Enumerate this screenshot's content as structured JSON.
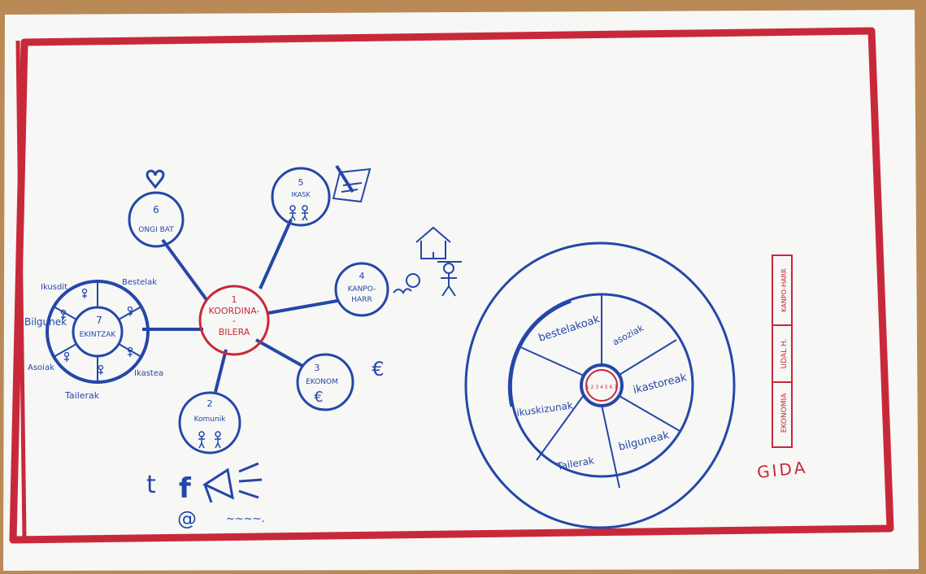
{
  "colors": {
    "table": "#b98a56",
    "paper": "#f7f7f5",
    "border": "#c8293a",
    "ink_blue": "#2447a8",
    "ink_red": "#c8293a"
  },
  "mindmap": {
    "center": {
      "number": "1",
      "line1": "KOORDINA-",
      "line2": "-",
      "line3": "BILERA"
    },
    "nodes": {
      "n2": {
        "number": "2",
        "label": "Komunik"
      },
      "n3": {
        "number": "3",
        "label": "EKONOM",
        "symbol": "€",
        "side_symbol": "€"
      },
      "n4": {
        "number": "4",
        "line1": "KANPO-",
        "line2": "HARR"
      },
      "n5": {
        "number": "5",
        "label": "IKASK"
      },
      "n6": {
        "number": "6",
        "label": "ONGI BAT"
      },
      "n7": {
        "number": "7",
        "label": "EKINTZAK"
      }
    },
    "ring_labels": {
      "top_left": "Ikusdit",
      "top_right": "Bestelak",
      "left": "Bilgunek",
      "bottom_left": "Asoiak",
      "bottom_right": "Ikastea",
      "bottom": "Tailerak"
    },
    "media": {
      "twitter": "t",
      "facebook": "f",
      "at": "@",
      "scribble": "~~~~."
    }
  },
  "wheel": {
    "segments": [
      "bestelakoak",
      "asoziak",
      "ikastoreak",
      "bilguneak",
      "Tailerak",
      "ikuskizunak"
    ],
    "hub_marks": "1 2 3 4 5 6 7"
  },
  "gida": {
    "title": "GIDA",
    "tabs": [
      "EKONOMIA",
      "UDAL H.",
      "KANPO-HARR"
    ]
  }
}
